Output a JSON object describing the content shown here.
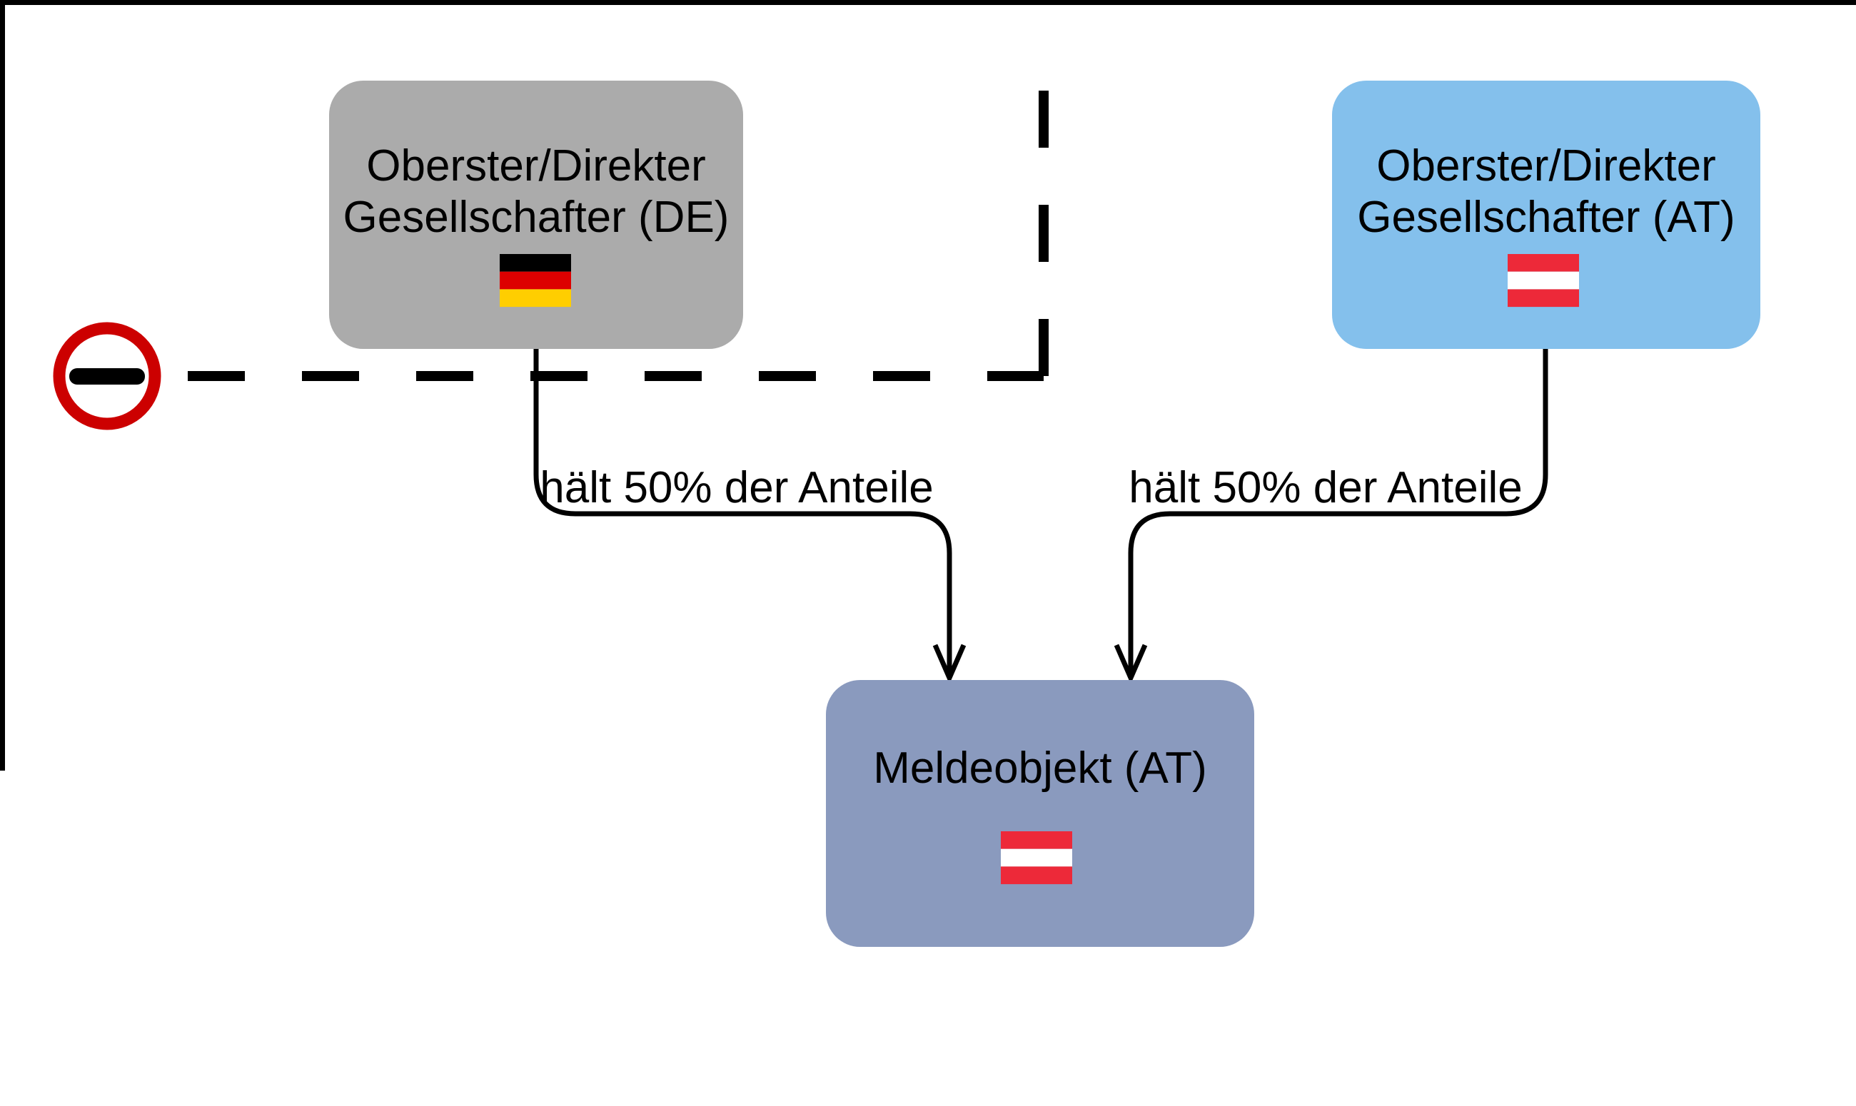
{
  "frame": {
    "border_color": "#000000"
  },
  "nodes": {
    "shareholder_de": {
      "line1": "Oberster/Direkter",
      "line2": "Gesellschafter (DE)",
      "fill": "#ABABAB",
      "flag": "germany-flag"
    },
    "shareholder_at": {
      "line1": "Oberster/Direkter",
      "line2": "Gesellschafter (AT)",
      "fill": "#84C0EC",
      "flag": "austria-flag"
    },
    "meldeobjekt": {
      "label": "Meldeobjekt (AT)",
      "fill": "#8A9ABE",
      "flag": "austria-flag"
    }
  },
  "edges": {
    "de_holding": {
      "label": "hält 50% der Anteile"
    },
    "at_holding": {
      "label": "hält 50% der Anteile"
    },
    "excluded_branch": {
      "style": "dashed"
    }
  },
  "no_entry_sign": {
    "ring_color": "#CC0000",
    "bar_color": "#000000"
  },
  "colors": {
    "line": "#000000",
    "flag_de": [
      "#000000",
      "#DD0000",
      "#FFCE00"
    ],
    "flag_at": [
      "#ED2939",
      "#FFFFFF",
      "#ED2939"
    ]
  }
}
